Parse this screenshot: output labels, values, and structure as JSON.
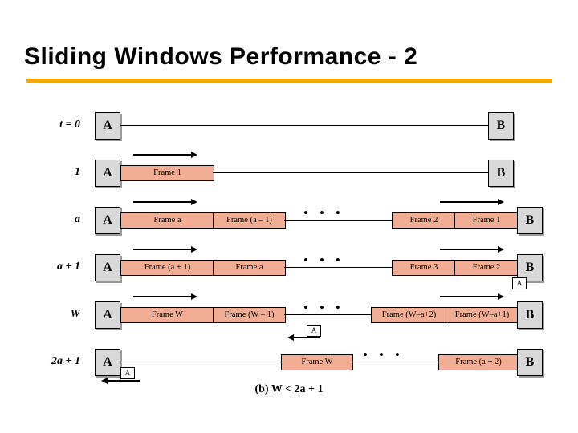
{
  "slide": {
    "title": "Sliding Windows Performance - 2",
    "accent_color": "#F5A800",
    "frame_color": "#F2AE94",
    "host_color": "#D9D9D9",
    "caption": "(b) W < 2a + 1"
  },
  "hosts": {
    "left": "A",
    "right": "B"
  },
  "rows": [
    {
      "label": "t = 0",
      "frames": [],
      "acks": [],
      "dots": false
    },
    {
      "label": "1",
      "frames": [
        {
          "text": "Frame 1"
        }
      ],
      "acks": [],
      "dots": false
    },
    {
      "label": "a",
      "frames": [
        {
          "text": "Frame a"
        },
        {
          "text": "Frame (a – 1)"
        },
        {
          "text": "Frame 2"
        },
        {
          "text": "Frame 1"
        }
      ],
      "acks": [],
      "dots": true
    },
    {
      "label": "a + 1",
      "frames": [
        {
          "text": "Frame (a + 1)"
        },
        {
          "text": "Frame a"
        },
        {
          "text": "Frame 3"
        },
        {
          "text": "Frame 2"
        }
      ],
      "acks": [
        {
          "text": "A"
        }
      ],
      "dots": true
    },
    {
      "label": "W",
      "frames": [
        {
          "text": "Frame W"
        },
        {
          "text": "Frame (W – 1)"
        },
        {
          "text": "Frame (W–a+2)"
        },
        {
          "text": "Frame (W–a+1)"
        }
      ],
      "acks": [
        {
          "text": "A"
        }
      ],
      "dots": true
    },
    {
      "label": "2a + 1",
      "frames": [
        {
          "text": "Frame W"
        },
        {
          "text": "Frame (a + 2)"
        }
      ],
      "acks": [
        {
          "text": "A"
        }
      ],
      "dots": true
    }
  ]
}
